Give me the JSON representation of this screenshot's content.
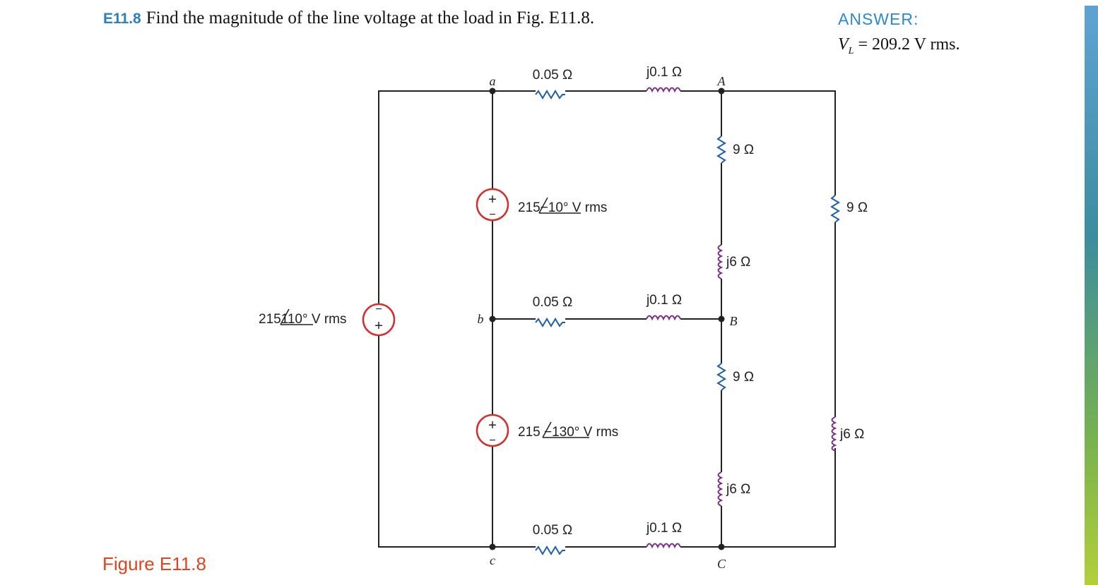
{
  "problem": {
    "number": "E11.8",
    "text": "Find the magnitude of the line voltage at the load in Fig. E11.8."
  },
  "answer": {
    "heading": "ANSWER:",
    "variable": "V",
    "subscript": "L",
    "value": " = 209.2 V rms."
  },
  "figure_caption": "Figure E11.8",
  "circuit": {
    "nodes": {
      "a": "a",
      "b": "b",
      "c": "c",
      "A": "A",
      "B": "B",
      "C": "C"
    },
    "source_left": {
      "mag": "215",
      "angle": "110°",
      "unit": " V rms"
    },
    "source_ab": {
      "mag": "215",
      "angle": "−10°",
      "unit": " V rms"
    },
    "source_bc": {
      "mag": "215 ",
      "angle": "−130°",
      "unit": " V rms"
    },
    "line_r": "0.05 Ω",
    "line_x": "j0.1 Ω",
    "load_r": "9 Ω",
    "load_x": "j6 Ω"
  },
  "colors": {
    "accent_blue": "#2a7fc0",
    "caption_orange": "#e0441c",
    "source_red": "#d62d2d",
    "inductor_purple": "#7a2e8a"
  }
}
